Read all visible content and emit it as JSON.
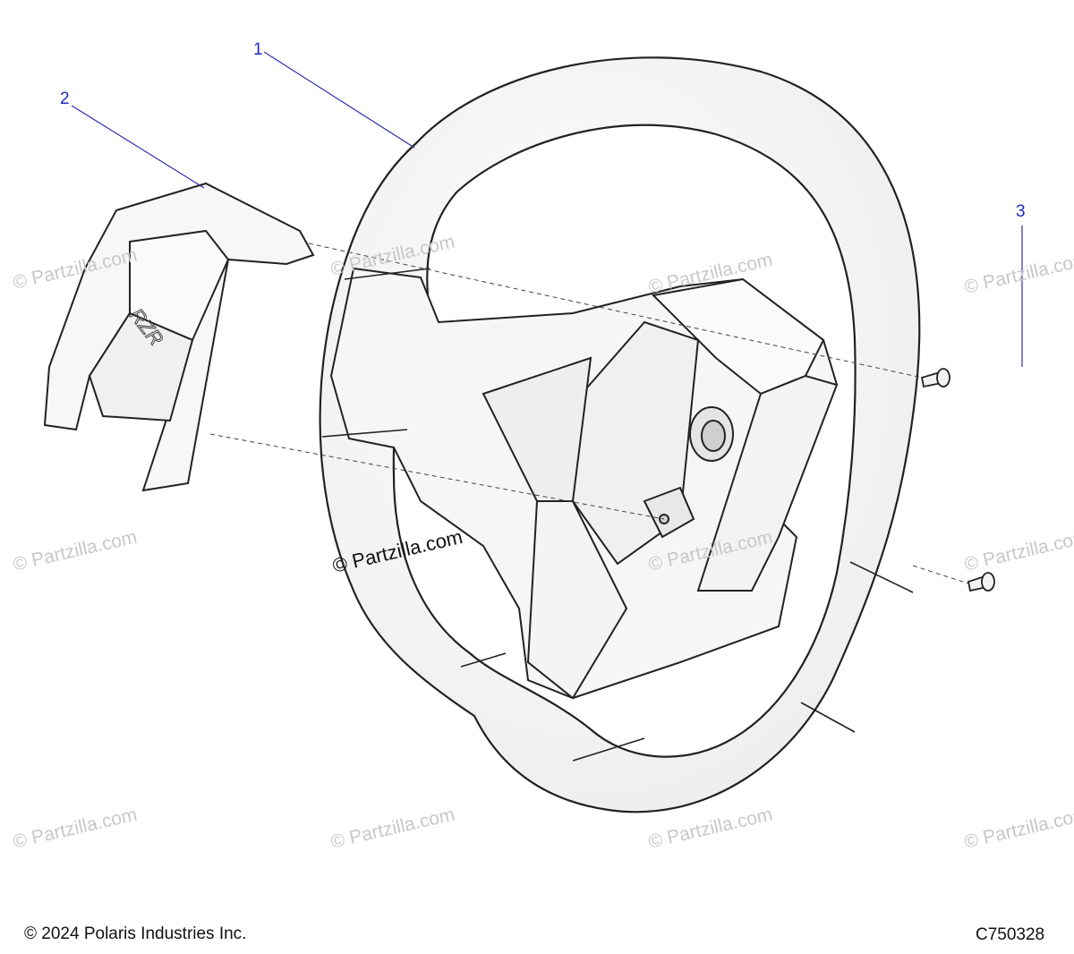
{
  "callouts": [
    {
      "id": "1",
      "label": "1"
    },
    {
      "id": "2",
      "label": "2"
    },
    {
      "id": "3",
      "label": "3"
    }
  ],
  "emblem": {
    "text": "RZR"
  },
  "watermark": {
    "main": "© Partzilla.com",
    "repeat": "© Partzilla.com"
  },
  "footer": {
    "copyright": "© 2024 Polaris Industries Inc.",
    "diagram_code": "C750328"
  },
  "colors": {
    "callout": "#1f2bbf",
    "outline": "#222222",
    "watermark": "#c8c8c8"
  }
}
